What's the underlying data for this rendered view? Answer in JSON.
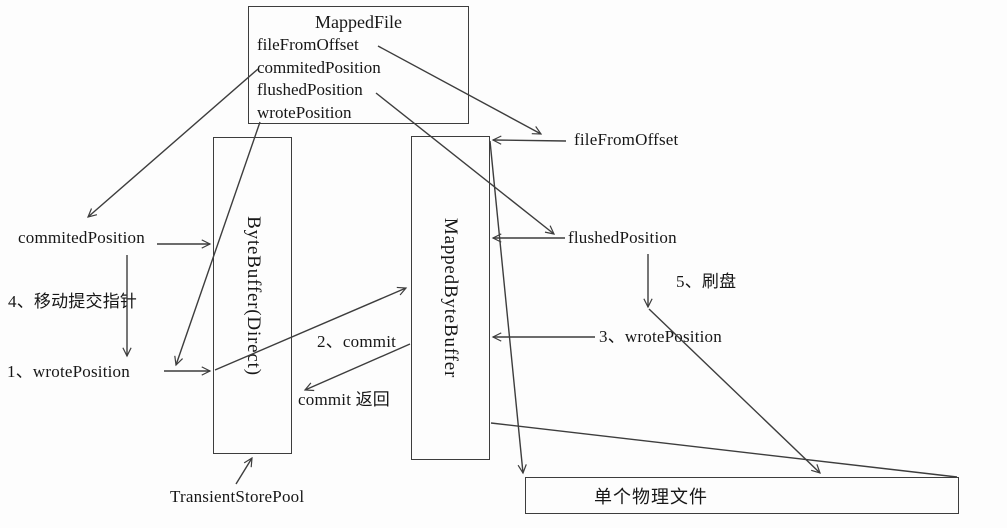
{
  "colors": {
    "line": "#3d3d3d",
    "text": "#171717",
    "background": "#fdfdfd"
  },
  "mapped_file": {
    "title": "MappedFile",
    "fields": [
      "fileFromOffset",
      "commitedPosition",
      "flushedPosition",
      "wrotePosition"
    ]
  },
  "buffers": {
    "byte_buffer": "ByteBuffer(Direct)",
    "mapped_byte_buffer": "MappedByteBuffer"
  },
  "physical_file": {
    "label": "单个物理文件"
  },
  "annotations": {
    "commited_position": "commitedPosition",
    "step4_move_commit_pointer": "4、移动提交指针",
    "step1_wrote_position": "1、wrotePosition",
    "file_from_offset": "fileFromOffset",
    "flushed_position": "flushedPosition",
    "step5_flush_disk": "5、刷盘",
    "step3_wrote_position": "3、wrotePosition",
    "step2_commit": "2、commit",
    "commit_return": "commit 返回",
    "transient_store_pool": "TransientStorePool"
  }
}
